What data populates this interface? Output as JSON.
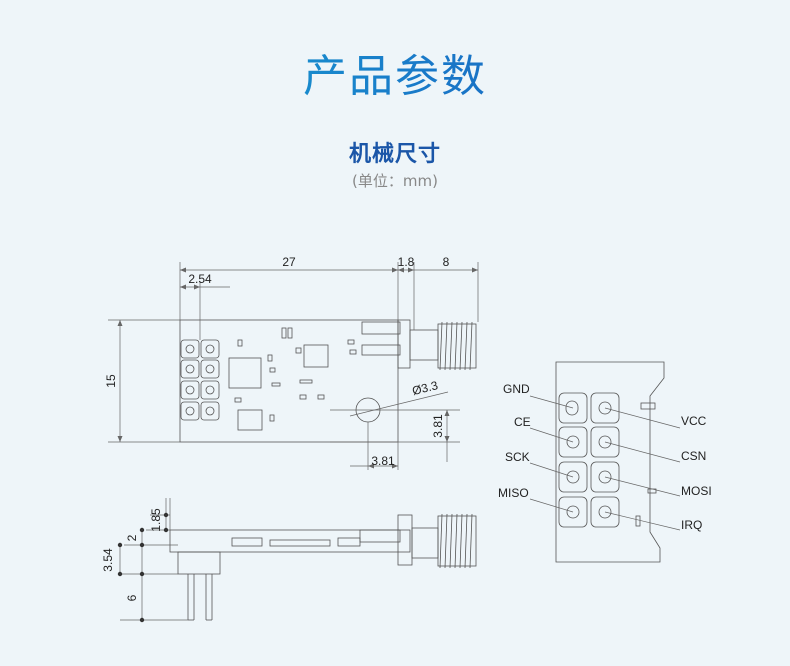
{
  "header": {
    "title": "产品参数",
    "section_title": "机械尺寸",
    "unit_note": "(单位：mm)"
  },
  "dimensions": {
    "length": "27",
    "gap": "1.8",
    "connector": "8",
    "pitch": "2.54",
    "width": "15",
    "hole_diameter": "Ø3.3",
    "hole_offset_y": "3.81",
    "hole_offset_x": "3.81",
    "pin_top": "1.85",
    "board_thickness": "2",
    "header_height": "3.54",
    "pin_length": "6"
  },
  "pins": {
    "left": [
      "GND",
      "CE",
      "SCK",
      "MISO"
    ],
    "right": [
      "VCC",
      "CSN",
      "MOSI",
      "IRQ"
    ]
  },
  "colors": {
    "title_start": "#17b3d8",
    "title_end": "#1a52b8",
    "section": "#1b56a8",
    "line": "#555555"
  }
}
